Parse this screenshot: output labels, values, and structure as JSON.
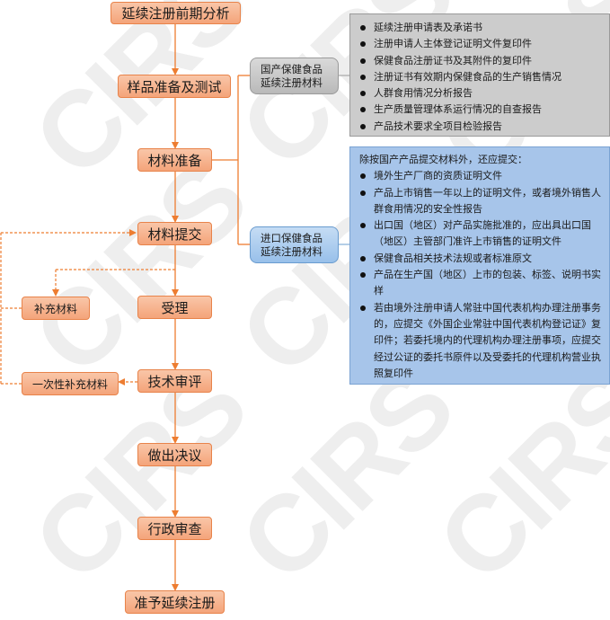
{
  "diagram": {
    "main_flow": [
      {
        "id": "pre_analysis",
        "label": "延续注册前期分析"
      },
      {
        "id": "sample_testing",
        "label": "样品准备及测试"
      },
      {
        "id": "material_prep",
        "label": "材料准备"
      },
      {
        "id": "material_submit",
        "label": "材料提交"
      },
      {
        "id": "acceptance",
        "label": "受理"
      },
      {
        "id": "technical_review",
        "label": "技术审评"
      },
      {
        "id": "decision",
        "label": "做出决议"
      },
      {
        "id": "admin_review",
        "label": "行政审查"
      },
      {
        "id": "approval",
        "label": "准予延续注册"
      }
    ],
    "side_flow": [
      {
        "id": "supplement",
        "label": "补充材料"
      },
      {
        "id": "one_time_supplement",
        "label": "一次性补充材料"
      }
    ],
    "categories": {
      "domestic": {
        "line1": "国产保健食品",
        "line2": "延续注册材料"
      },
      "imported": {
        "line1": "进口保健食品",
        "line2": "延续注册材料"
      }
    },
    "domestic_materials": [
      "延续注册申请表及承诺书",
      "注册申请人主体登记证明文件复印件",
      "保健食品注册证书及其附件的复印件",
      "注册证书有效期内保健食品的生产销售情况",
      "人群食用情况分析报告",
      "生产质量管理体系运行情况的自查报告",
      "产品技术要求全项目检验报告"
    ],
    "imported_materials": {
      "intro": "除按国产产品提交材料外，还应提交：",
      "items": [
        "境外生产厂商的资质证明文件",
        "产品上市销售一年以上的证明文件，或者境外销售人群食用情况的安全性报告",
        "出口国（地区）对产品实施批准的，应出具出口国（地区）主管部门准许上市销售的证明文件",
        "保健食品相关技术法规或者标准原文",
        "产品在生产国（地区）上市的包装、标签、说明书实样",
        "若由境外注册申请人常驻中国代表机构办理注册事务的，应提交《外国企业常驻中国代表机构登记证》复印件；若委托境内的代理机构办理注册事项，应提交经过公证的委托书原件以及受委托的代理机构营业执照复印件"
      ]
    },
    "watermark": "CIRS",
    "colors": {
      "node_fill": "#f4a47a",
      "node_border": "#e8834a",
      "connector": "#ed7d31",
      "domestic_panel": "#cccccc",
      "imported_panel": "#a7c5ea"
    }
  }
}
